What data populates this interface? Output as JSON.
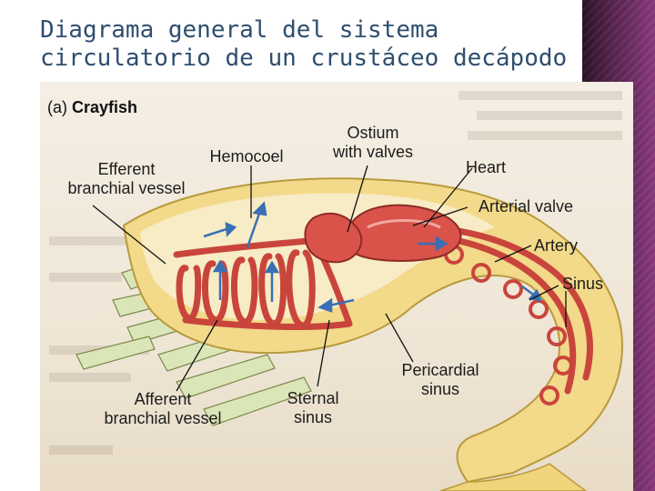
{
  "slide": {
    "title": "Diagrama general del sistema\ncirculatorio de un crustáceo decápodo"
  },
  "figure": {
    "panel_letter": "(a)",
    "panel_name": "Crayfish",
    "labels": {
      "efferent": "Efferent\nbranchial vessel",
      "hemocoel": "Hemocoel",
      "ostium": "Ostium\nwith valves",
      "heart": "Heart",
      "arterial_valve": "Arterial valve",
      "artery": "Artery",
      "sinus": "Sinus",
      "afferent": "Afferent\nbranchial vessel",
      "sternal": "Sternal\nsinus",
      "pericardial": "Pericardial\nsinus"
    }
  },
  "colors": {
    "title": "#2f4e6f",
    "accent": "#5c2653",
    "body_fill": "#f3d98a",
    "hemocoel_fill": "#f6e9b8",
    "vessel": "#c9453c",
    "heart": "#d9534a",
    "arrow": "#3a6fb5",
    "legs": "#d8e3b3"
  }
}
